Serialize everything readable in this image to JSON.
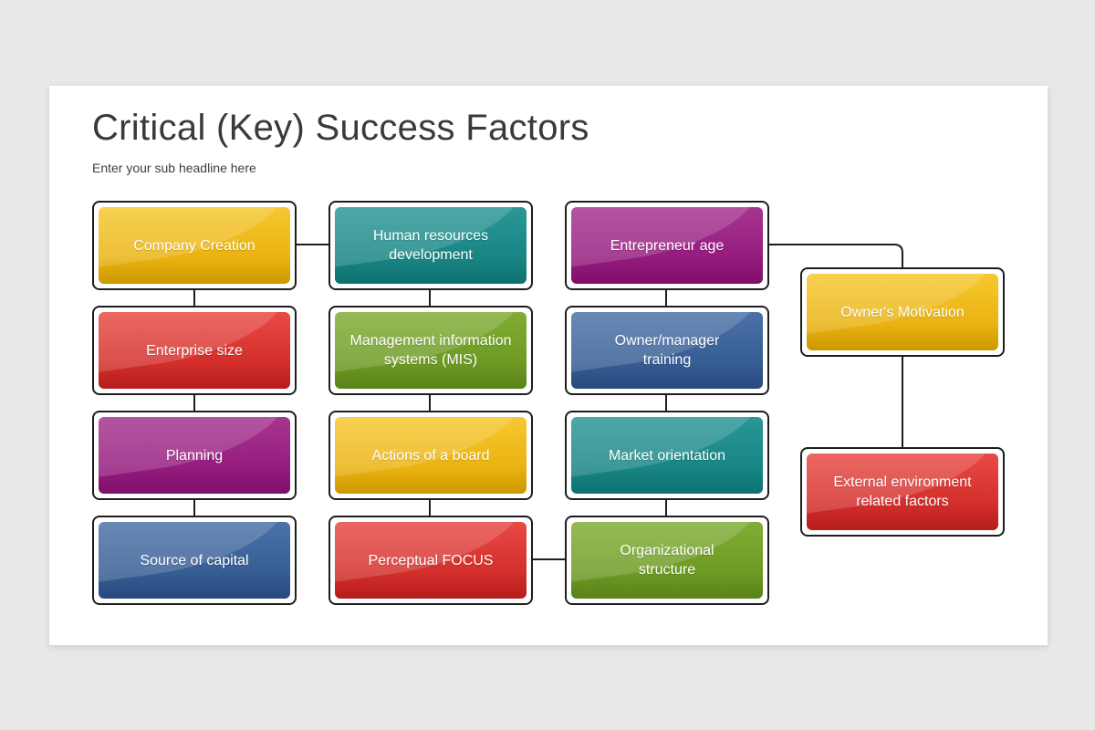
{
  "header": {
    "title": "Critical (Key) Success Factors",
    "subtitle": "Enter your sub headline here"
  },
  "colors": {
    "yellow": "#efb400",
    "teal": "#168a89",
    "purple": "#9b1a82",
    "red": "#d9302f",
    "green": "#6f9d22",
    "blue": "#355f99"
  },
  "nodes": {
    "company_creation": "Company Creation",
    "enterprise_size": "Enterprise size",
    "planning": "Planning",
    "source_of_capital": "Source of capital",
    "human_resources": "Human resources development",
    "mis": "Management information systems (MIS)",
    "actions_board": "Actions of a board",
    "perceptual_focus": "Perceptual FOCUS",
    "entrepreneur_age": "Entrepreneur age",
    "owner_training": "Owner/manager training",
    "market_orientation": "Market orientation",
    "org_structure": "Organizational structure",
    "owners_motivation": "Owner's Motivation",
    "external_environment": "External environment related factors"
  }
}
